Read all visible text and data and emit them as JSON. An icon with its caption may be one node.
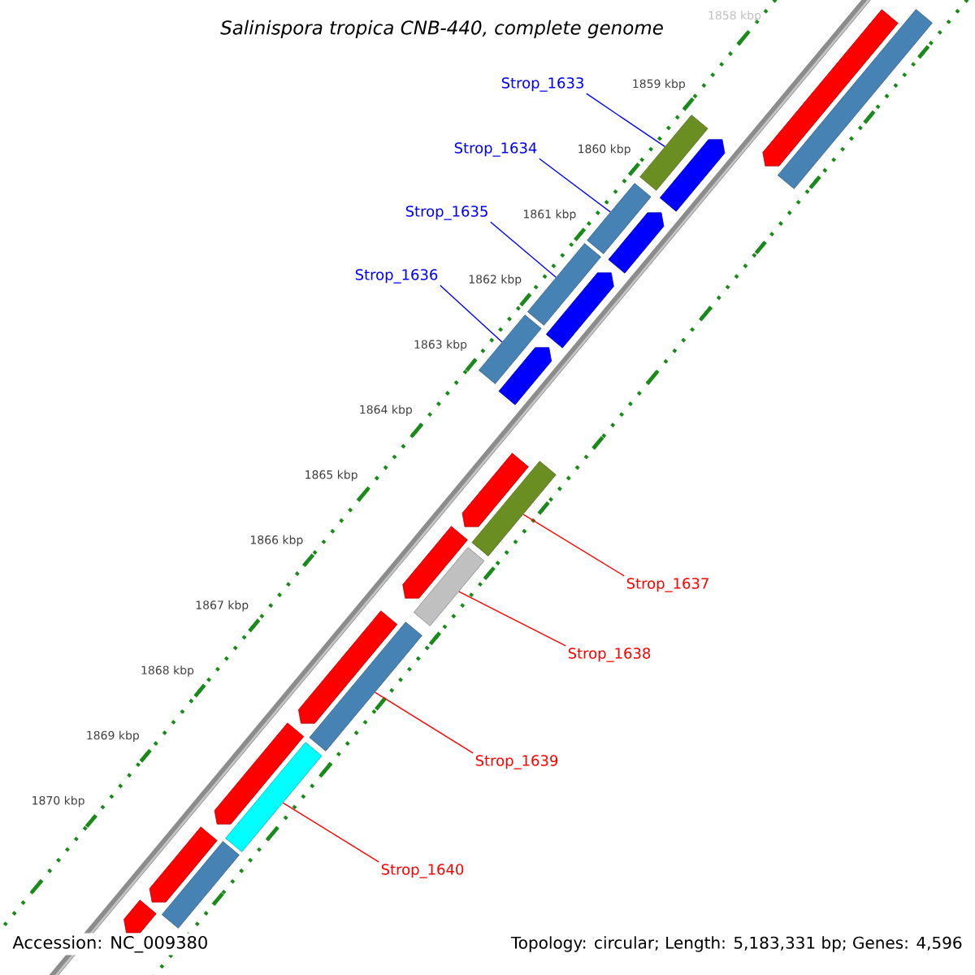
{
  "diagram": {
    "title": "Salinispora tropica CNB-440, complete genome",
    "nodes": [
      {
        "text": [
          "Strop_1633"
        ]
      },
      {
        "text": [
          "Strop_1634"
        ]
      },
      {
        "text": [
          "Strop_1635"
        ]
      },
      {
        "text": [
          "Strop_1636"
        ]
      },
      {
        "text": [
          "Strop_1637"
        ]
      },
      {
        "text": [
          "Strop_1638"
        ]
      },
      {
        "text": [
          "Strop_1639"
        ]
      },
      {
        "text": [
          "Strop_1640"
        ]
      },
      {
        "text": [],
        "shape": "arrow"
      },
      {
        "text": [],
        "shape": "bar"
      },
      {
        "text": [],
        "shape": "bar"
      },
      {
        "text": [],
        "shape": "arrow"
      },
      {
        "text": [],
        "shape": "bar"
      },
      {
        "text": [],
        "shape": "arrow"
      },
      {
        "text": [],
        "shape": "bar"
      },
      {
        "text": [],
        "shape": "arrow"
      },
      {
        "text": [],
        "shape": "bar"
      },
      {
        "text": [],
        "shape": "arrow"
      },
      {
        "text": [],
        "shape": "arrow"
      },
      {
        "text": [],
        "shape": "bar"
      },
      {
        "text": [],
        "shape": "arrow"
      },
      {
        "text": [],
        "shape": "bar"
      },
      {
        "text": [],
        "shape": "arrow"
      },
      {
        "text": [],
        "shape": "bar"
      },
      {
        "text": [],
        "shape": "arrow"
      },
      {
        "text": [],
        "shape": "bar"
      },
      {
        "text": [],
        "shape": "arrow"
      },
      {
        "text": [],
        "shape": "bar"
      },
      {
        "text": [],
        "shape": "arrow"
      }
    ],
    "edges": [
      {
        "from": 0,
        "to": 10,
        "arrow": "none",
        "color": "#0000ff"
      },
      {
        "from": 1,
        "to": 12,
        "arrow": "none",
        "color": "#0000ff"
      },
      {
        "from": 2,
        "to": 14,
        "arrow": "none",
        "color": "#0000ff"
      },
      {
        "from": 3,
        "to": 16,
        "arrow": "none",
        "color": "#0000ff"
      },
      {
        "from": 4,
        "to": 19,
        "arrow": "none",
        "color": "#ff0000"
      },
      {
        "from": 5,
        "to": 21,
        "arrow": "none",
        "color": "#ff0000"
      },
      {
        "from": 6,
        "to": 23,
        "arrow": "none",
        "color": "#ff0000"
      },
      {
        "from": 7,
        "to": 25,
        "arrow": "none",
        "color": "#ff0000"
      }
    ],
    "labels": [
      "1858 kbp",
      "1859 kbp",
      "1860 kbp",
      "1861 kbp",
      "1862 kbp",
      "1863 kbp",
      "1864 kbp",
      "1865 kbp",
      "1866 kbp",
      "1867 kbp",
      "1868 kbp",
      "1869 kbp",
      "1870 kbp",
      "Accession: NC_009380",
      "Topology: circular; Length: 5,183,331 bp; Genes: 4,596"
    ]
  }
}
